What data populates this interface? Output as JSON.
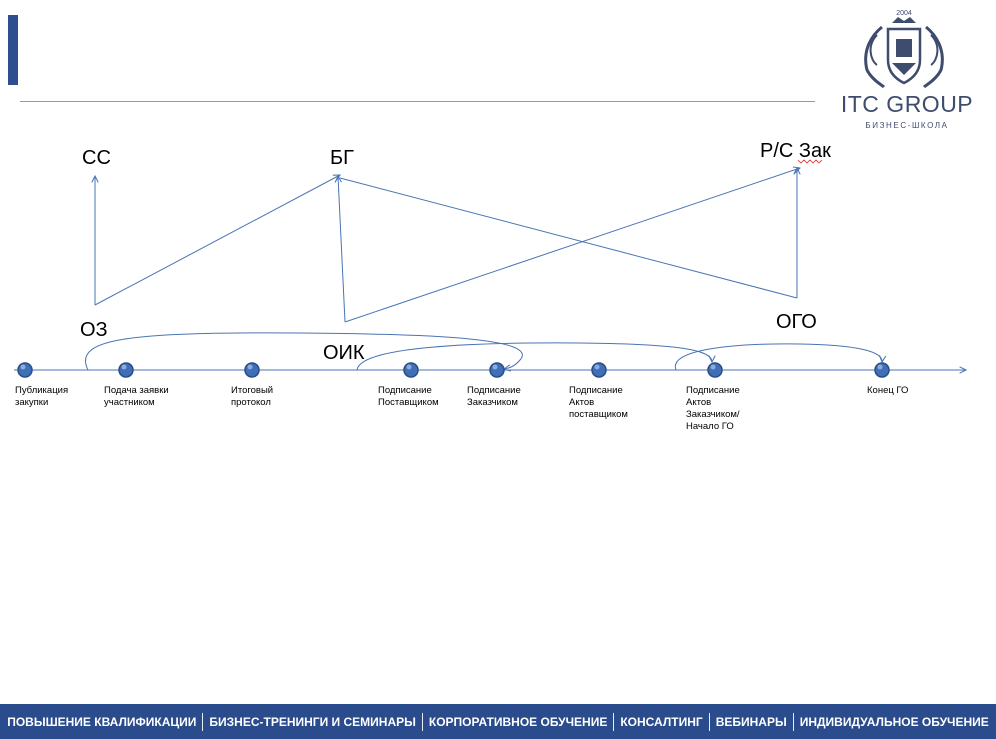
{
  "logo": {
    "year": "2004",
    "name": "ITC GROUP",
    "subtitle": "БИЗНЕС-ШКОЛА"
  },
  "diagram": {
    "labels": {
      "ss": "СС",
      "bg": "БГ",
      "rs_zak": "Р/С Зак",
      "oz": "ОЗ",
      "oik": "ОИК",
      "ogo": "ОГО"
    },
    "timeline": [
      [
        "Публикация",
        "закупки"
      ],
      [
        "Подача заявки",
        "участником"
      ],
      [
        "Итоговый",
        "протокол"
      ],
      [
        "Подписание",
        "Поставщиком"
      ],
      [
        "Подписание",
        "Заказчиком"
      ],
      [
        "Подписание",
        "Актов",
        "поставщиком"
      ],
      [
        "Подписание",
        "Актов",
        "Заказчиком/",
        "Начало ГО"
      ],
      [
        "Конец ГО"
      ]
    ],
    "colors": {
      "line": "#4a74b4",
      "node": "#3f6fb6",
      "node_stroke": "#2a4d86"
    }
  },
  "footer": {
    "items": [
      "ПОВЫШЕНИЕ КВАЛИФИКАЦИИ",
      "БИЗНЕС-ТРЕНИНГИ И СЕМИНАРЫ",
      "КОРПОРАТИВНОЕ ОБУЧЕНИЕ",
      "КОНСАЛТИНГ",
      "ВЕБИНАРЫ",
      "ИНДИВИДУАЛЬНОЕ ОБУЧЕНИЕ"
    ]
  }
}
